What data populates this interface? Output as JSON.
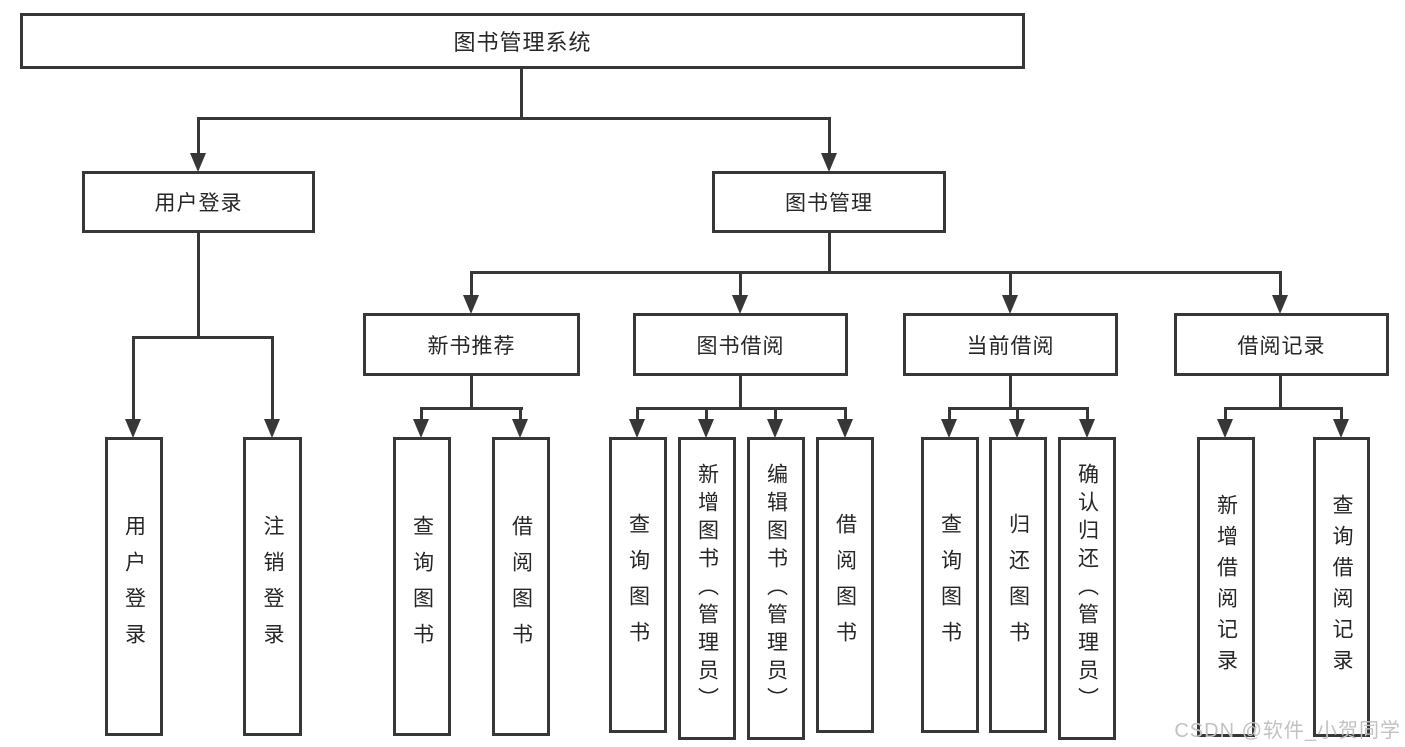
{
  "colors": {
    "background": "#ffffff",
    "line": "#373737",
    "box_border": "#373737",
    "text": "#262626",
    "watermark": "#c2c2c2"
  },
  "nodes": {
    "root": {
      "label": "图书管理系统"
    },
    "level2": [
      {
        "label": "用户登录",
        "parent": "图书管理系统"
      },
      {
        "label": "图书管理",
        "parent": "图书管理系统"
      }
    ],
    "level3": [
      {
        "label": "新书推荐",
        "parent": "图书管理"
      },
      {
        "label": "图书借阅",
        "parent": "图书管理"
      },
      {
        "label": "当前借阅",
        "parent": "图书管理"
      },
      {
        "label": "借阅记录",
        "parent": "图书管理"
      }
    ],
    "leaves": [
      {
        "label": "用户登录",
        "parent": "用户登录"
      },
      {
        "label": "注销登录",
        "parent": "用户登录"
      },
      {
        "label": "查询图书",
        "parent": "新书推荐"
      },
      {
        "label": "借阅图书",
        "parent": "新书推荐"
      },
      {
        "label": "查询图书",
        "parent": "图书借阅"
      },
      {
        "label": "新增图书（管理员）",
        "parent": "图书借阅"
      },
      {
        "label": "编辑图书（管理员）",
        "parent": "图书借阅"
      },
      {
        "label": "借阅图书",
        "parent": "图书借阅"
      },
      {
        "label": "查询图书",
        "parent": "当前借阅"
      },
      {
        "label": "归还图书",
        "parent": "当前借阅"
      },
      {
        "label": "确认归还（管理员）",
        "parent": "当前借阅"
      },
      {
        "label": "新增借阅记录",
        "parent": "借阅记录"
      },
      {
        "label": "查询借阅记录",
        "parent": "借阅记录"
      }
    ]
  },
  "watermark": {
    "text": "CSDN @软件_小贺同学"
  }
}
